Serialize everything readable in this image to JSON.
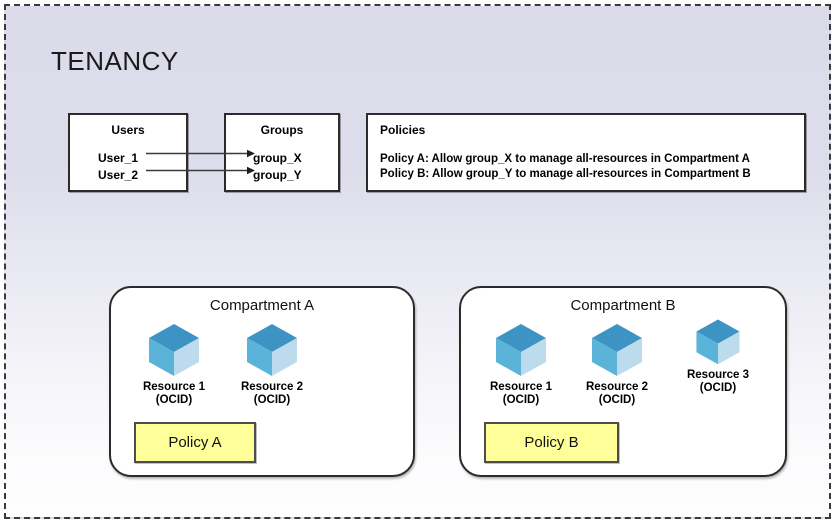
{
  "diagram": {
    "title": "TENANCY",
    "users_box": {
      "title": "Users",
      "items": [
        "User_1",
        "User_2"
      ]
    },
    "groups_box": {
      "title": "Groups",
      "items": [
        "group_X",
        "group_Y"
      ]
    },
    "policies_box": {
      "title": "Policies",
      "lines": [
        "Policy A: Allow group_X to manage all-resources in Compartment A",
        "Policy B: Allow group_Y to manage all-resources in Compartment B"
      ]
    },
    "connectors": [
      {
        "from": "User_1",
        "to": "group_X"
      },
      {
        "from": "User_2",
        "to": "group_Y"
      }
    ],
    "compartments": [
      {
        "title": "Compartment A",
        "resources": [
          {
            "label": "Resource 1",
            "id": "(OCID)"
          },
          {
            "label": "Resource 2",
            "id": "(OCID)"
          }
        ],
        "policy_chip": "Policy A"
      },
      {
        "title": "Compartment B",
        "resources": [
          {
            "label": "Resource 1",
            "id": "(OCID)"
          },
          {
            "label": "Resource 2",
            "id": "(OCID)"
          },
          {
            "label": "Resource 3",
            "id": "(OCID)"
          }
        ],
        "policy_chip": "Policy B"
      }
    ],
    "colors": {
      "cube_top": "#3d94c4",
      "cube_left": "#5cb3d9",
      "cube_right": "#bcdcee",
      "policy_chip_fill": "#ffff99",
      "frame_border": "#3a3a3a",
      "background_top": "#dbdbe9",
      "background_bottom": "#fefeff"
    }
  }
}
